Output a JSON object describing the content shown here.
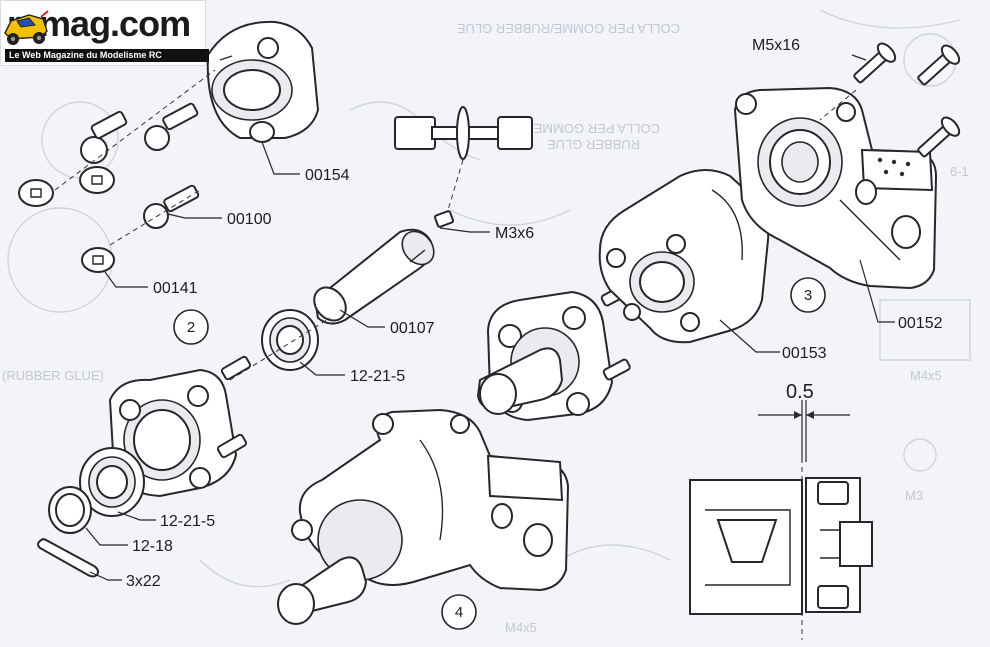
{
  "logo": {
    "wordmark": "rcmag.com",
    "tagline": "Le Web Magazine du Modelisme RC"
  },
  "background_text": {
    "top": "COLLA PER GOMME/RUBBER GLUE",
    "mid_a": "COLLA PER GOMME",
    "mid_b": "RUBBER GLUE",
    "left_b": "(RUBBER GLUE)",
    "m4": "M4x5",
    "m3": "M3",
    "left_d": "M4x5",
    "left_e": "6-1"
  },
  "labels": {
    "p00154": "00154",
    "p00100": "00100",
    "p00141": "00141",
    "p00107": "00107",
    "m3x6": "M3x6",
    "bearing_upper": "12-21-5",
    "bearing_lower": "12-21-5",
    "washer": "12-18",
    "pin": "3x22",
    "m5x16": "M5x16",
    "p00152": "00152",
    "p00153": "00153",
    "gap": "0.5"
  },
  "steps": {
    "s2": "2",
    "s3": "3",
    "s4": "4"
  }
}
